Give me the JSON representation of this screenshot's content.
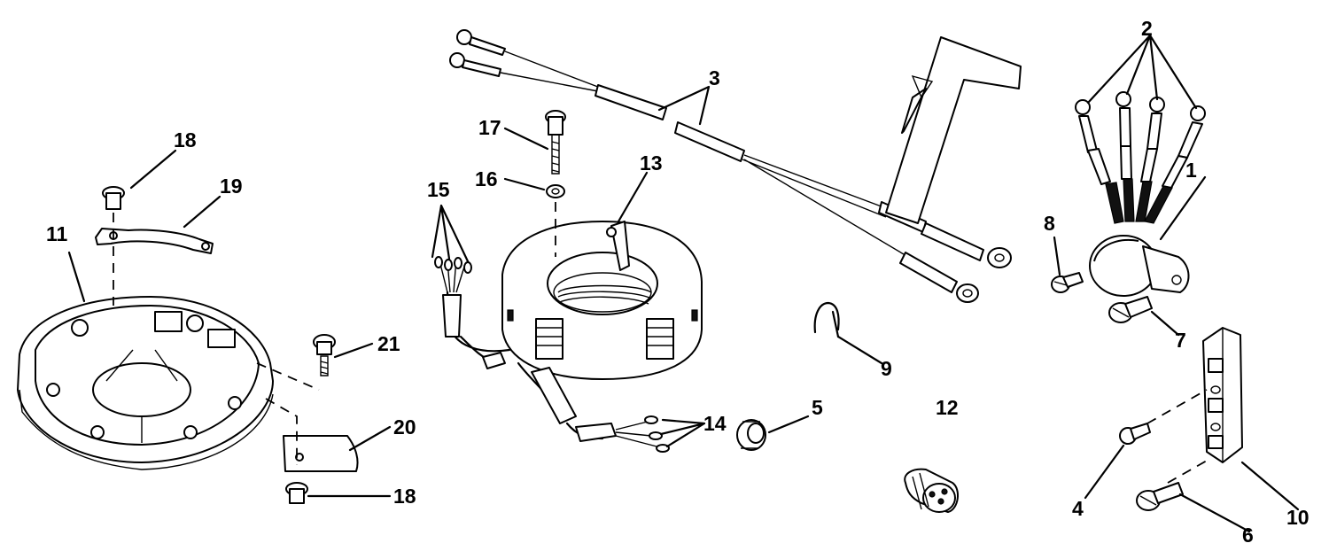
{
  "callouts": [
    {
      "id": "1",
      "text": "1"
    },
    {
      "id": "2",
      "text": "2"
    },
    {
      "id": "3",
      "text": "3"
    },
    {
      "id": "4",
      "text": "4"
    },
    {
      "id": "5",
      "text": "5"
    },
    {
      "id": "6",
      "text": "6"
    },
    {
      "id": "7",
      "text": "7"
    },
    {
      "id": "8",
      "text": "8"
    },
    {
      "id": "9",
      "text": "9"
    },
    {
      "id": "10",
      "text": "10"
    },
    {
      "id": "11",
      "text": "11"
    },
    {
      "id": "12",
      "text": "12"
    },
    {
      "id": "13",
      "text": "13"
    },
    {
      "id": "14",
      "text": "14"
    },
    {
      "id": "15",
      "text": "15"
    },
    {
      "id": "16",
      "text": "16"
    },
    {
      "id": "17",
      "text": "17"
    },
    {
      "id": "18a",
      "text": "18"
    },
    {
      "id": "18b",
      "text": "18"
    },
    {
      "id": "19",
      "text": "19"
    },
    {
      "id": "20",
      "text": "20"
    },
    {
      "id": "21",
      "text": "21"
    }
  ]
}
